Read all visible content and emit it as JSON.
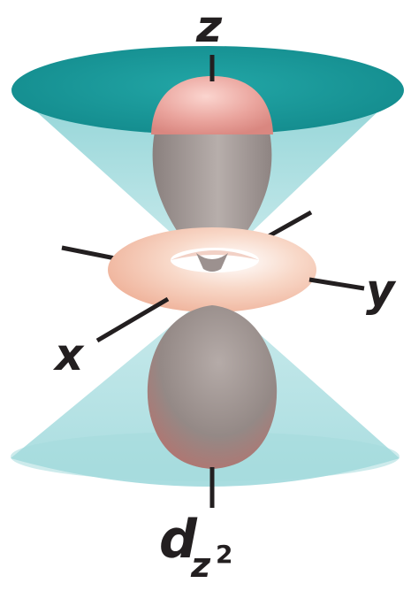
{
  "axes": {
    "z_label": "z",
    "y_label": "y",
    "x_label": "x"
  },
  "orbital": {
    "base": "d",
    "subscript": "z",
    "superscript": "2"
  },
  "colors": {
    "cone_rim": "#1a9a9b",
    "cone_fill": "#a9dde0",
    "lobe_top": "#e8a09a",
    "lobe_body": "#9a8f8d",
    "torus": "#f3c3ad",
    "axis_line": "#231f20"
  }
}
